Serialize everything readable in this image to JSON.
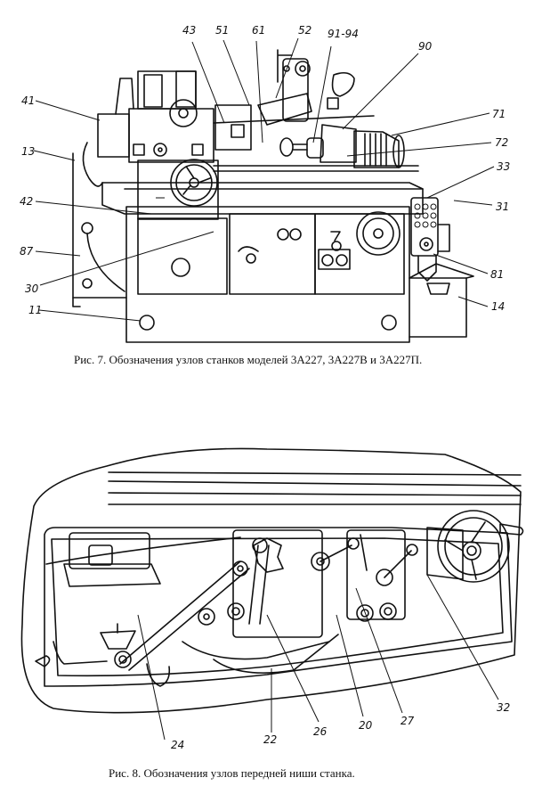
{
  "figures": [
    {
      "id": "fig7",
      "caption": "Рис. 7. Обозначения узлов станков моделей 3А227, 3А227В и 3А227П.",
      "labels": [
        {
          "key": "41",
          "text": "41"
        },
        {
          "key": "13",
          "text": "13"
        },
        {
          "key": "43",
          "text": "43"
        },
        {
          "key": "51",
          "text": "51"
        },
        {
          "key": "61",
          "text": "61"
        },
        {
          "key": "52",
          "text": "52"
        },
        {
          "key": "91-94",
          "text": "91-94"
        },
        {
          "key": "90",
          "text": "90"
        },
        {
          "key": "71",
          "text": "71"
        },
        {
          "key": "72",
          "text": "72"
        },
        {
          "key": "33",
          "text": "33"
        },
        {
          "key": "31",
          "text": "31"
        },
        {
          "key": "42",
          "text": "42"
        },
        {
          "key": "87",
          "text": "87"
        },
        {
          "key": "30",
          "text": "30"
        },
        {
          "key": "81",
          "text": "81"
        },
        {
          "key": "11",
          "text": "11"
        },
        {
          "key": "14",
          "text": "14"
        }
      ]
    },
    {
      "id": "fig8",
      "caption": "Рис. 8. Обозначения узлов передней ниши станка.",
      "labels": [
        {
          "key": "24",
          "text": "24"
        },
        {
          "key": "22",
          "text": "22"
        },
        {
          "key": "26",
          "text": "26"
        },
        {
          "key": "20",
          "text": "20"
        },
        {
          "key": "27",
          "text": "27"
        },
        {
          "key": "32",
          "text": "32"
        }
      ]
    }
  ]
}
